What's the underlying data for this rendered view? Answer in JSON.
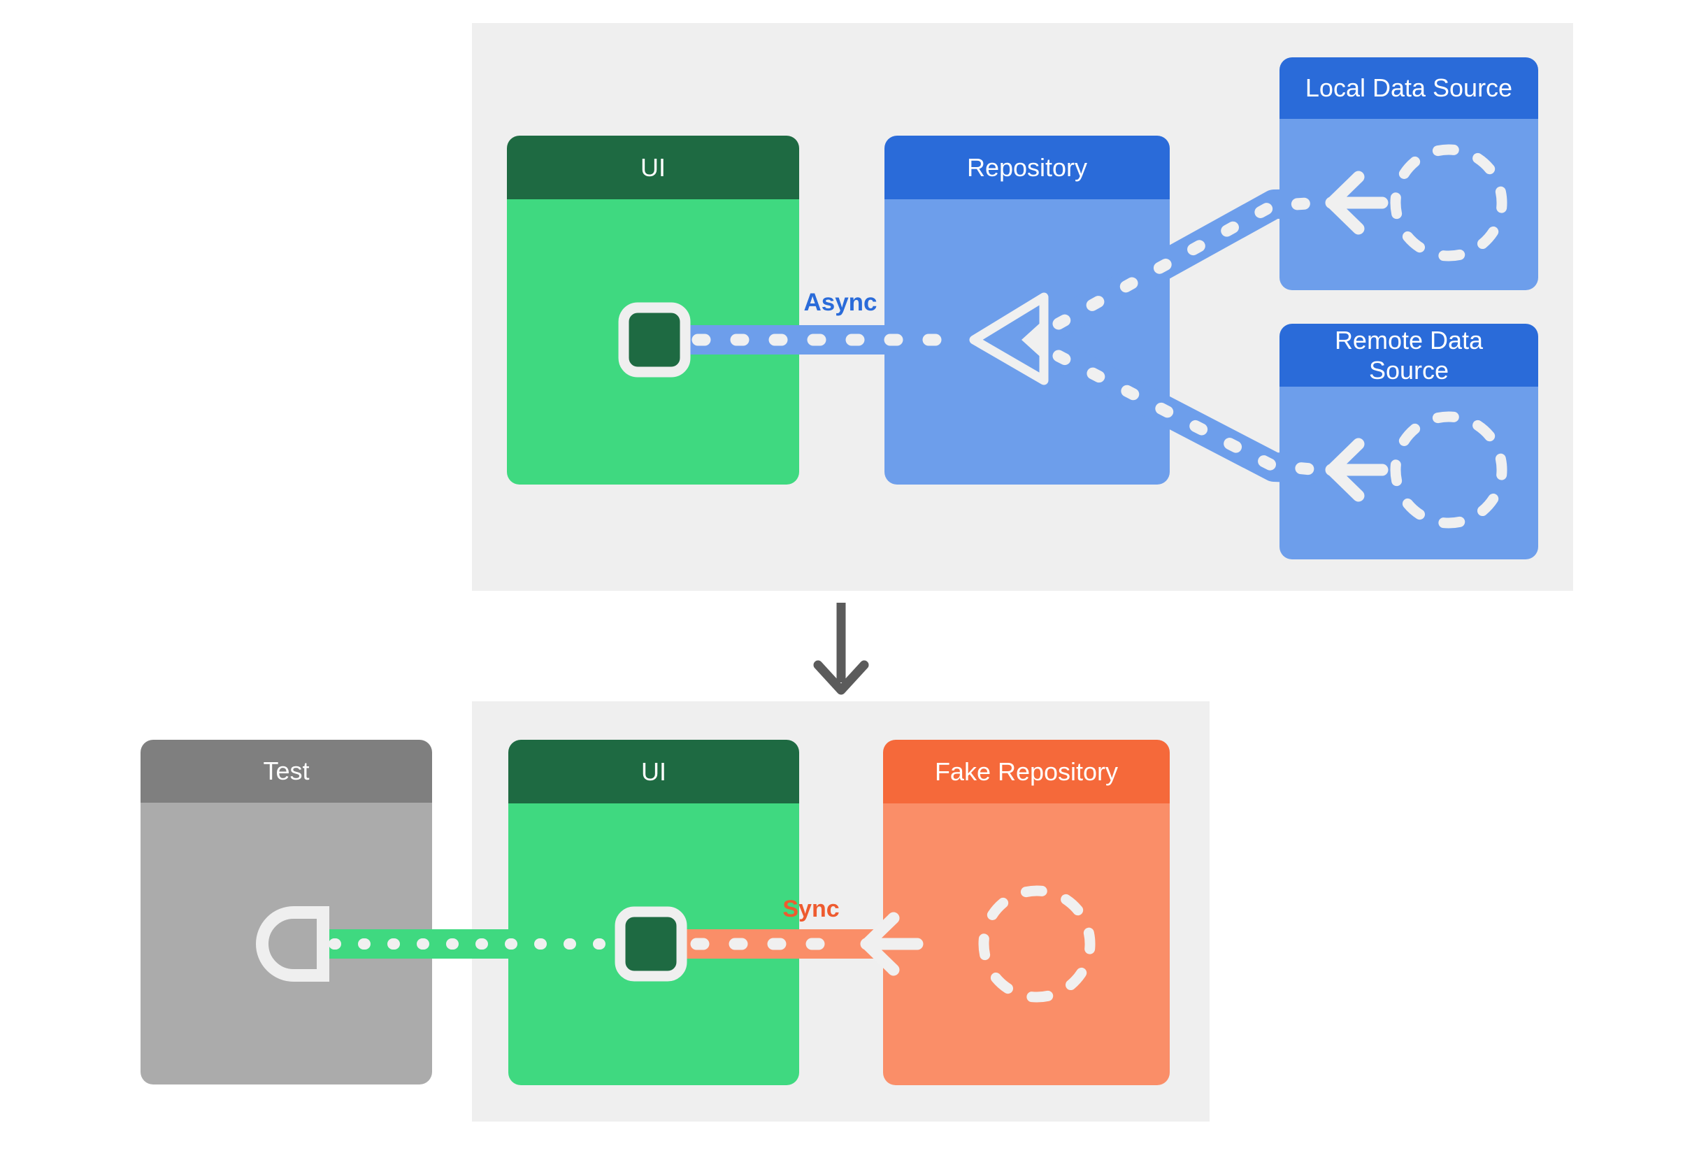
{
  "diagram": {
    "top_panel": {
      "ui_box": {
        "label": "UI"
      },
      "repository_box": {
        "label": "Repository"
      },
      "local_data_source_box": {
        "label": "Local Data Source"
      },
      "remote_data_source_box": {
        "label": "Remote Data Source"
      },
      "connection_label": "Async"
    },
    "bottom_panel": {
      "test_box": {
        "label": "Test"
      },
      "ui_box": {
        "label": "UI"
      },
      "fake_repository_box": {
        "label": "Fake Repository"
      },
      "connection_label": "Sync"
    }
  },
  "icons": [
    "ui-component-icon",
    "triangle-arrowhead-icon",
    "left-arrow-icon",
    "dashed-circle-icon",
    "test-socket-icon",
    "down-arrow-icon"
  ],
  "colors": {
    "page_background": "#ffffff",
    "panel_background": "#efefef",
    "green_header": "#1e6a42",
    "green_body": "#3fd980",
    "blue_header": "#2a6bd9",
    "blue_body": "#6d9eeb",
    "gray_header": "#7f7f7f",
    "gray_body": "#ababab",
    "orange_header": "#f5693a",
    "orange_body": "#fa8e68",
    "dash_white": "#f0f0f0",
    "async_label": "#2a6bd9",
    "sync_label": "#ee5b2f",
    "down_arrow": "#5b5b5b"
  }
}
